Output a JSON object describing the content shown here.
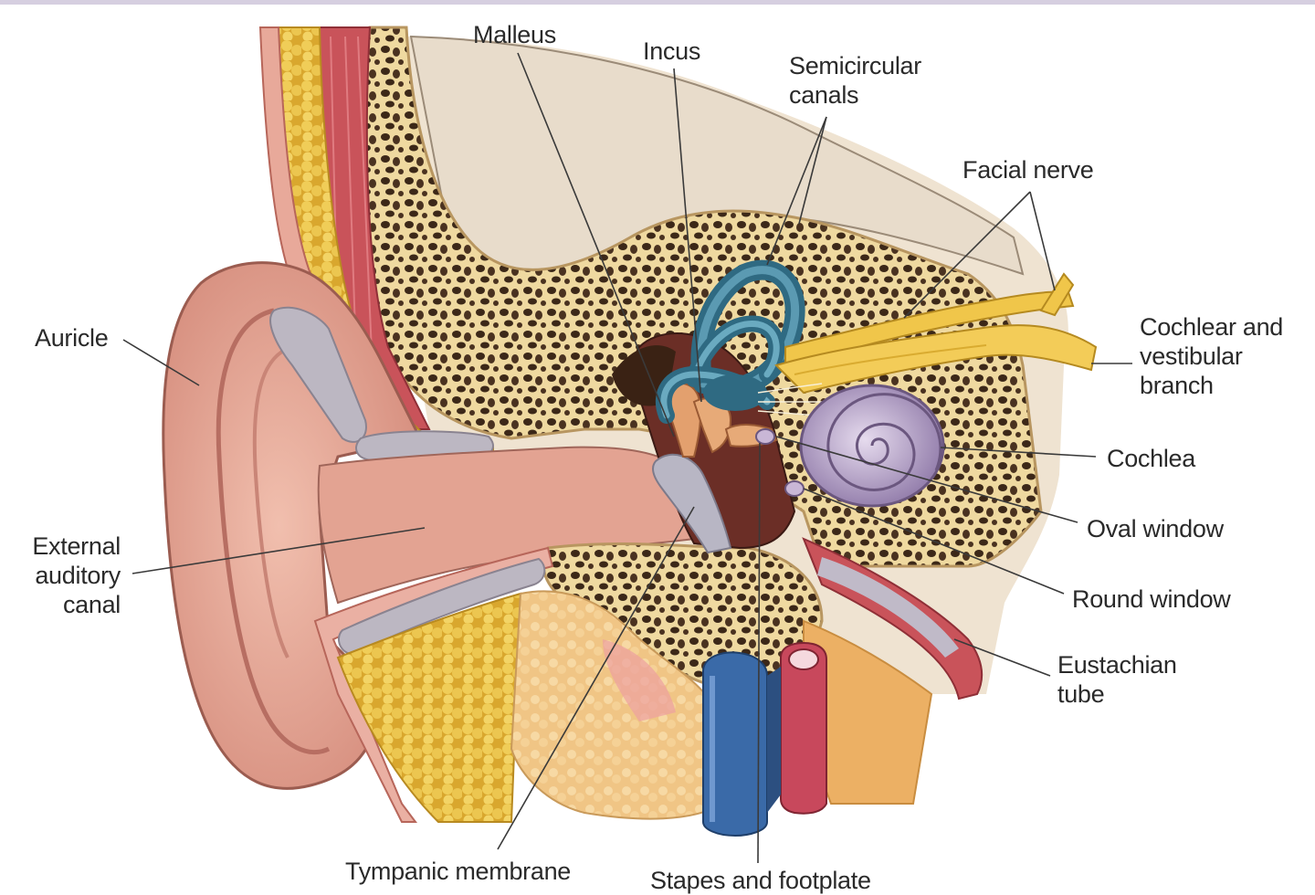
{
  "labels": {
    "malleus": "Malleus",
    "incus": "Incus",
    "semicircular": "Semicircular\ncanals",
    "facial": "Facial nerve",
    "cochlear_branch": "Cochlear and\nvestibular\nbranch",
    "auricle": "Auricle",
    "cochlea": "Cochlea",
    "oval": "Oval window",
    "external": "External\nauditory\ncanal",
    "round": "Round window",
    "eustachian": "Eustachian\ntube",
    "tympanic": "Tympanic membrane",
    "stapes": "Stapes and footplate"
  },
  "colors": {
    "skin": "#e7a99a",
    "bone": "#f3dfa0",
    "marrow": "#3c2818",
    "fat": "#e9c24a",
    "muscle": "#c9535a",
    "cartilage": "#b9b3bf",
    "labyrinth": "#3d7d94",
    "cochlea": "#b9a3cc",
    "nerve": "#f0c64a",
    "vein": "#3a6aa8",
    "artery": "#c8485c",
    "gland": "#f1c98a",
    "leader": "#3a3a3a"
  }
}
